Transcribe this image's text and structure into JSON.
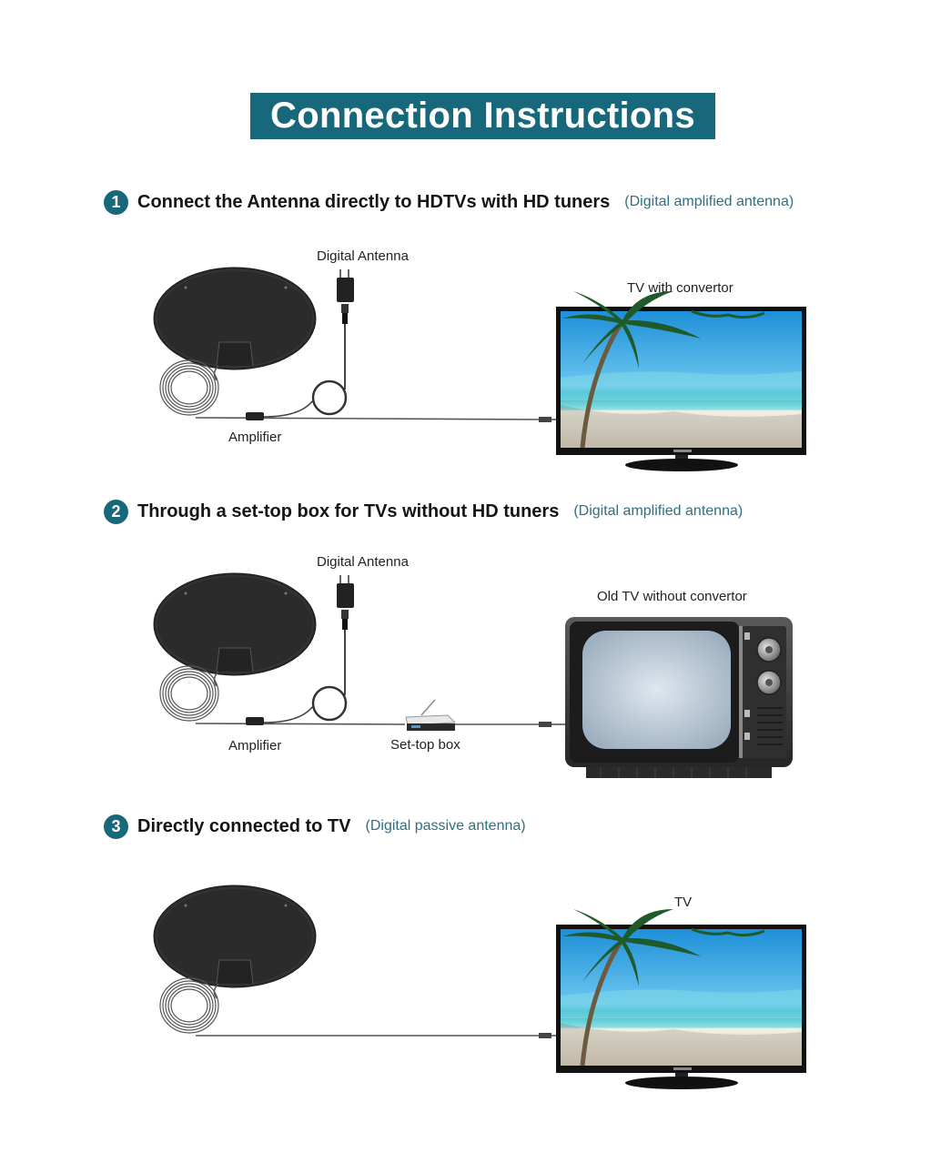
{
  "title": "Connection Instructions",
  "steps": [
    {
      "number": "1",
      "heading": "Connect the Antenna directly to HDTVs with HD tuners",
      "note": "(Digital amplified antenna)",
      "labels": {
        "antenna": "Digital Antenna",
        "tv": "TV with convertor",
        "amplifier": "Amplifier"
      }
    },
    {
      "number": "2",
      "heading": "Through a set-top box for TVs without HD tuners",
      "note": "(Digital amplified antenna)",
      "labels": {
        "antenna": "Digital Antenna",
        "tv": "Old TV without convertor",
        "amplifier": "Amplifier",
        "settop": "Set-top box"
      }
    },
    {
      "number": "3",
      "heading": "Directly connected to TV",
      "note": "(Digital passive antenna)",
      "labels": {
        "tv": "TV"
      }
    }
  ],
  "colors": {
    "accent": "#17687a",
    "note_text": "#2f6f80"
  }
}
